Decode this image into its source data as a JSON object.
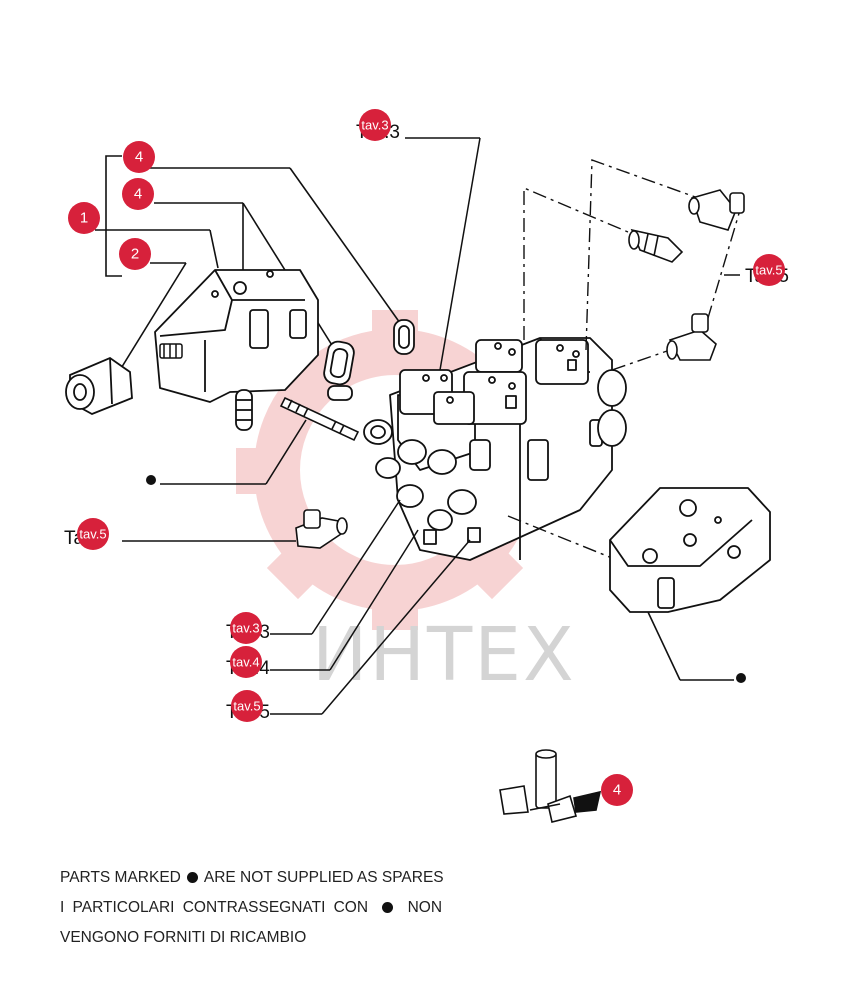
{
  "watermark": {
    "text": "ИНТЕХ",
    "gear_color": "#f4c4c4"
  },
  "callouts": {
    "c1": "4",
    "c2": "4",
    "c3": "1",
    "c4": "2",
    "c5": "4"
  },
  "references": {
    "r_top": {
      "label": "Tav.3",
      "badge": "tav.3"
    },
    "r_right": {
      "label": "Tav.5",
      "badge": "tav.5"
    },
    "r_left": {
      "label": "Tav.5",
      "badge": "tav.5"
    },
    "r_b1": {
      "label": "Tav.3",
      "badge": "tav.3"
    },
    "r_b2": {
      "label": "Tav.4",
      "badge": "tav.4"
    },
    "r_b3": {
      "label": "Tav.5",
      "badge": "tav.5"
    }
  },
  "note": {
    "line1_a": "PARTS MARKED",
    "line1_b": "ARE NOT SUPPLIED AS SPARES",
    "line2_a": "I  PARTICOLARI  CONTRASSEGNATI  CON",
    "line2_b": "NON",
    "line3": "VENGONO FORNITI DI RICAMBIO"
  },
  "colors": {
    "callout": "#d7213b",
    "line": "#111111",
    "watermark": "#d4d4d4"
  }
}
